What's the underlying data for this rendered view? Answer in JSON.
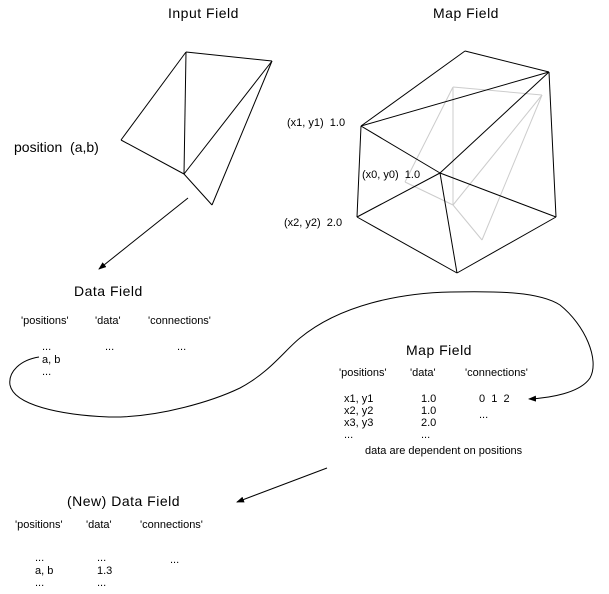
{
  "input_field": {
    "title": "Input Field",
    "position_label": "position  (a,b)"
  },
  "map_field_graphic": {
    "title": "Map Field",
    "vertex_labels": [
      "(x1, y1)  1.0",
      "(x0, y0)  1.0",
      "(x2, y2)  2.0"
    ]
  },
  "data_field": {
    "title": "Data Field",
    "headers": [
      "'positions'",
      "'data'",
      "'connections'"
    ],
    "positions": [
      "...",
      "a, b",
      "..."
    ],
    "data": [
      "..."
    ],
    "connections": [
      "..."
    ]
  },
  "map_field_table": {
    "title": "Map Field",
    "headers": [
      "'positions'",
      "'data'",
      "'connections'"
    ],
    "positions": [
      "x1, y1",
      "x2, y2",
      "x3, y3",
      "..."
    ],
    "data": [
      "1.0",
      "1.0",
      "2.0",
      "..."
    ],
    "connections": [
      "0  1  2",
      "..."
    ],
    "note": "data are dependent on positions"
  },
  "new_data_field": {
    "title": "(New) Data Field",
    "headers": [
      "'positions'",
      "'data'",
      "'connections'"
    ],
    "positions": [
      "...",
      "a, b",
      "..."
    ],
    "data": [
      "...",
      "1.3",
      "..."
    ],
    "connections": [
      "..."
    ]
  }
}
